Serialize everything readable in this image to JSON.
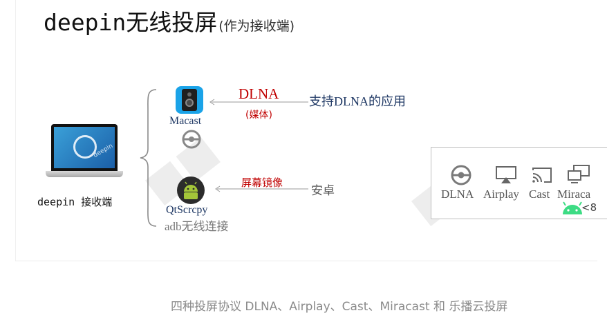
{
  "title": {
    "main": "deepin无线投屏",
    "sub": "(作为接收端)"
  },
  "receiver": {
    "label": "deepin 接收端",
    "screen_word": "deepin"
  },
  "apps": {
    "macast": {
      "name": "Macast",
      "protocol": "DLNA",
      "protocol_note": "(媒体)",
      "source": "支持DLNA的应用"
    },
    "qtscrcpy": {
      "name": "QtScrcpy",
      "protocol": "屏幕镜像",
      "source": "安卓",
      "connection": "adb无线连接"
    }
  },
  "protocols": [
    {
      "label": "DLNA",
      "icon": "dlna-icon"
    },
    {
      "label": "Airplay",
      "icon": "airplay-icon"
    },
    {
      "label": "Cast",
      "icon": "cast-icon"
    },
    {
      "label": "Miraca",
      "icon": "miracast-icon"
    }
  ],
  "protocol_extra": "<8",
  "caption": "四种投屏协议 DLNA、Airplay、Cast、Miracast 和 乐播云投屏",
  "colors": {
    "accent_red": "#c00000",
    "link_blue": "#1f3864",
    "android_green": "#3ddc84"
  }
}
